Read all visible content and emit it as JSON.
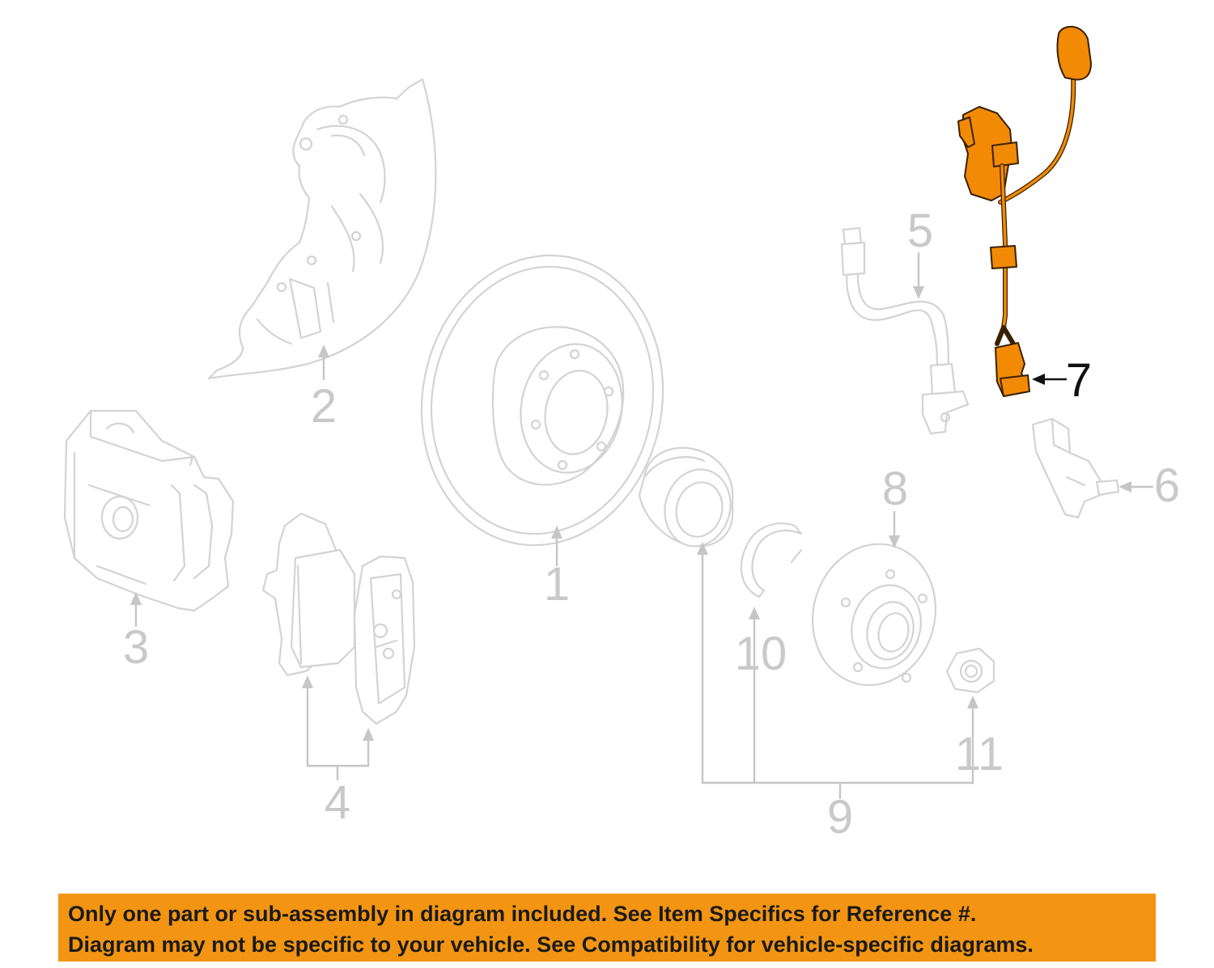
{
  "callouts": {
    "c1": "1",
    "c2": "2",
    "c3": "3",
    "c4": "4",
    "c5": "5",
    "c6": "6",
    "c7": "7",
    "c8": "8",
    "c9": "9",
    "c10": "10",
    "c11": "11"
  },
  "highlighted_part": "7",
  "colors": {
    "highlight_fill": "#f28a06",
    "outline_gray": "#d3d3d3",
    "callout_gray": "#c9c9c9",
    "notice_background": "#f39512",
    "notice_text": "#1a1a1a"
  },
  "notice": {
    "line1": "Only one part or sub-assembly in diagram included. See Item Specifics for Reference #.",
    "line2": "Diagram may not be specific to your vehicle. See Compatibility for vehicle-specific diagrams."
  }
}
